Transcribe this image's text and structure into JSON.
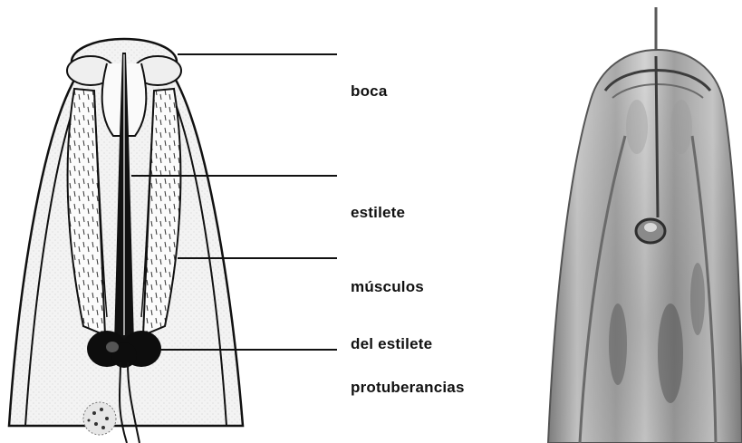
{
  "labels": {
    "mouth": "boca",
    "stylet": "estilete",
    "stylet_muscles_line1": "músculos",
    "stylet_muscles_line2": "del estilete",
    "knobs": "protuberancias"
  }
}
